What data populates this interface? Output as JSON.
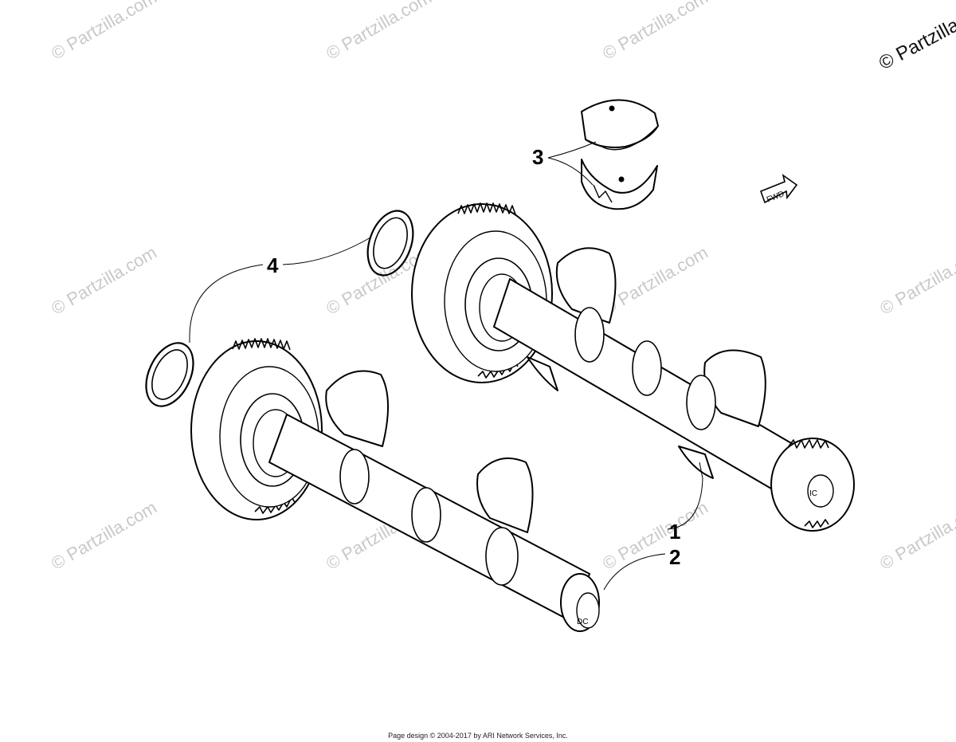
{
  "watermark": "© Partzilla.com",
  "corner_mark": "© Partzilla",
  "footer": "Page design © 2004-2017 by ARI Network Services, Inc.",
  "fwd_label": "FWD",
  "callouts": [
    {
      "id": "1",
      "label": "1"
    },
    {
      "id": "2",
      "label": "2"
    },
    {
      "id": "3",
      "label": "3"
    },
    {
      "id": "4",
      "label": "4"
    }
  ]
}
